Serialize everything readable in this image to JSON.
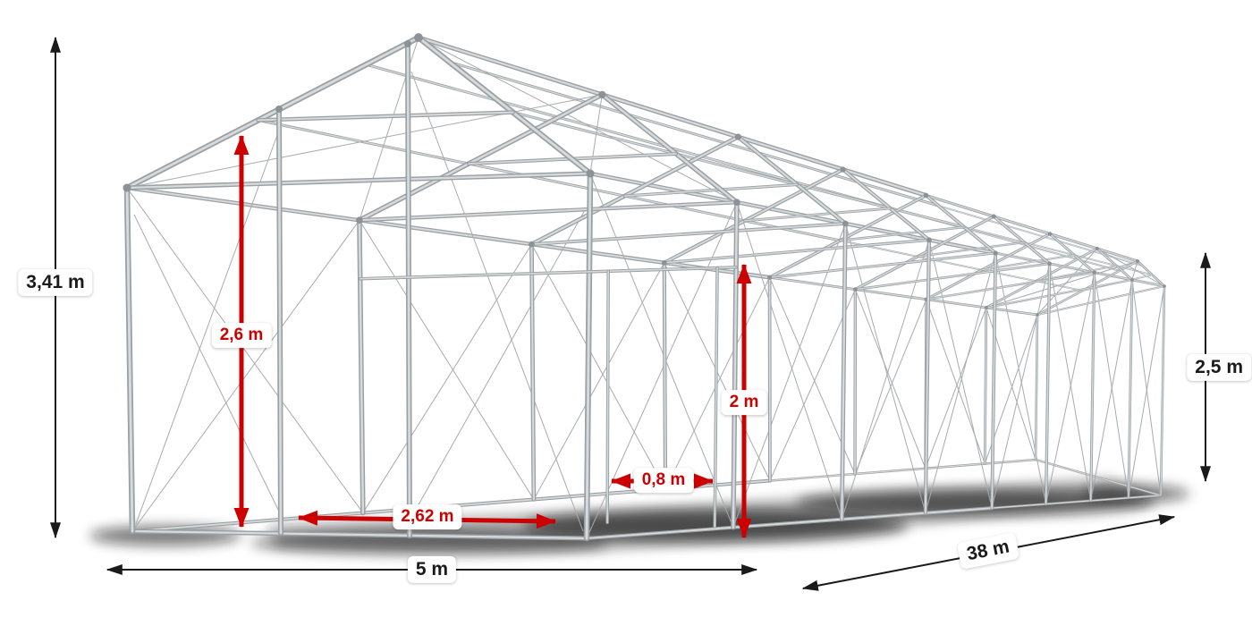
{
  "colors": {
    "dimension_red": "#cc0000",
    "dimension_black": "#1a1a1a",
    "frame_base": "#9aa0a3",
    "frame_highlight": "#d6dadc",
    "cable": "#a7abae",
    "background": "#ffffff"
  },
  "dimensions": {
    "total_height": {
      "label": "3,41 m",
      "value": 3.41,
      "unit": "m"
    },
    "eave_inner_height": {
      "label": "2,6 m",
      "value": 2.6,
      "unit": "m"
    },
    "door_height": {
      "label": "2 m",
      "value": 2,
      "unit": "m"
    },
    "door_width": {
      "label": "0,8 m",
      "value": 0.8,
      "unit": "m"
    },
    "entrance_width": {
      "label": "2,62 m",
      "value": 2.62,
      "unit": "m"
    },
    "width": {
      "label": "5 m",
      "value": 5,
      "unit": "m"
    },
    "length": {
      "label": "38 m",
      "value": 38,
      "unit": "m"
    },
    "side_height": {
      "label": "2,5 m",
      "value": 2.5,
      "unit": "m"
    }
  }
}
